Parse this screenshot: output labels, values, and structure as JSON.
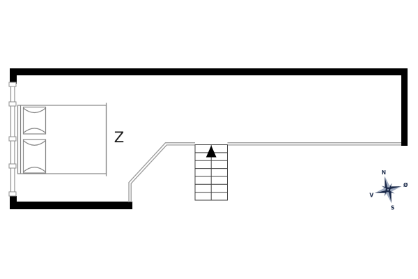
{
  "plan": {
    "room_label": "Z",
    "compass": {
      "north_label": "N",
      "east_label": "Ø",
      "south_label": "S",
      "west_label": "V"
    },
    "colors": {
      "wall": "#000000",
      "thin_line": "#8f8f8f",
      "railing_line": "#9a9a9a",
      "stair_line": "#3f3f3f",
      "arrow": "#000000",
      "compass_dark": "#1b2a4a",
      "compass_light": "#9fabc0",
      "background": "#ffffff"
    },
    "elements": {
      "bed": "double-bed-with-two-pillows",
      "window": "west-window-wall",
      "stairs": "straight-staircase-going-up",
      "railing": "loft-edge-railing",
      "arrow": "stair-up-direction-arrow",
      "compass": "compass-rose"
    }
  }
}
